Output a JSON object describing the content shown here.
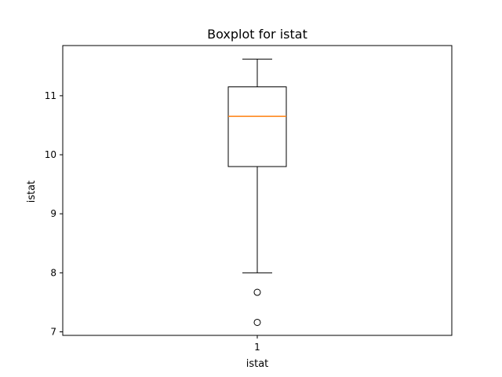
{
  "chart_data": {
    "type": "box",
    "title": "Boxplot for istat",
    "xlabel": "istat",
    "ylabel": "istat",
    "categories": [
      "1"
    ],
    "ylim": [
      6.94,
      11.85
    ],
    "yticks": [
      "7",
      "8",
      "9",
      "10",
      "11"
    ],
    "box": {
      "whisker_low": 8.0,
      "q1": 9.8,
      "median": 10.65,
      "q3": 11.15,
      "whisker_high": 11.62,
      "outliers": [
        7.67,
        7.16
      ]
    },
    "grid": false,
    "colors": {
      "median": "#ff7f0e",
      "box": "#000000"
    }
  }
}
